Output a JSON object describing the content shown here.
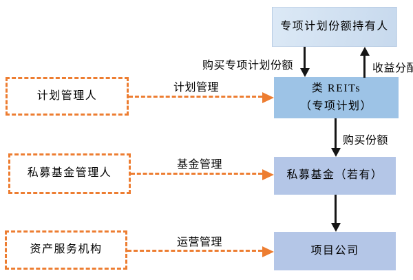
{
  "colors": {
    "box_top_light": "#dce9f6",
    "box_top_dark": "#c7d9ed",
    "box_reits": "#9dc3e6",
    "box_light_blue": "#b4c6e7",
    "accent_orange": "#ed7d31",
    "arrow_black": "#151515"
  },
  "diagram": {
    "nodes": {
      "holders": "专项计划份额持有人",
      "reits_line1": "类 REITs",
      "reits_line2": "（专项计划）",
      "fund": "私募基金（若有）",
      "project": "项目公司",
      "plan_manager": "计划管理人",
      "fund_manager": "私募基金管理人",
      "asset_servicer": "资产服务机构"
    },
    "edges": {
      "buy_plan_shares": "购买专项计划份额",
      "income_distribution": "收益分配",
      "plan_management": "计划管理",
      "buy_shares": "购买份额",
      "fund_management": "基金管理",
      "operation_management": "运营管理"
    }
  }
}
